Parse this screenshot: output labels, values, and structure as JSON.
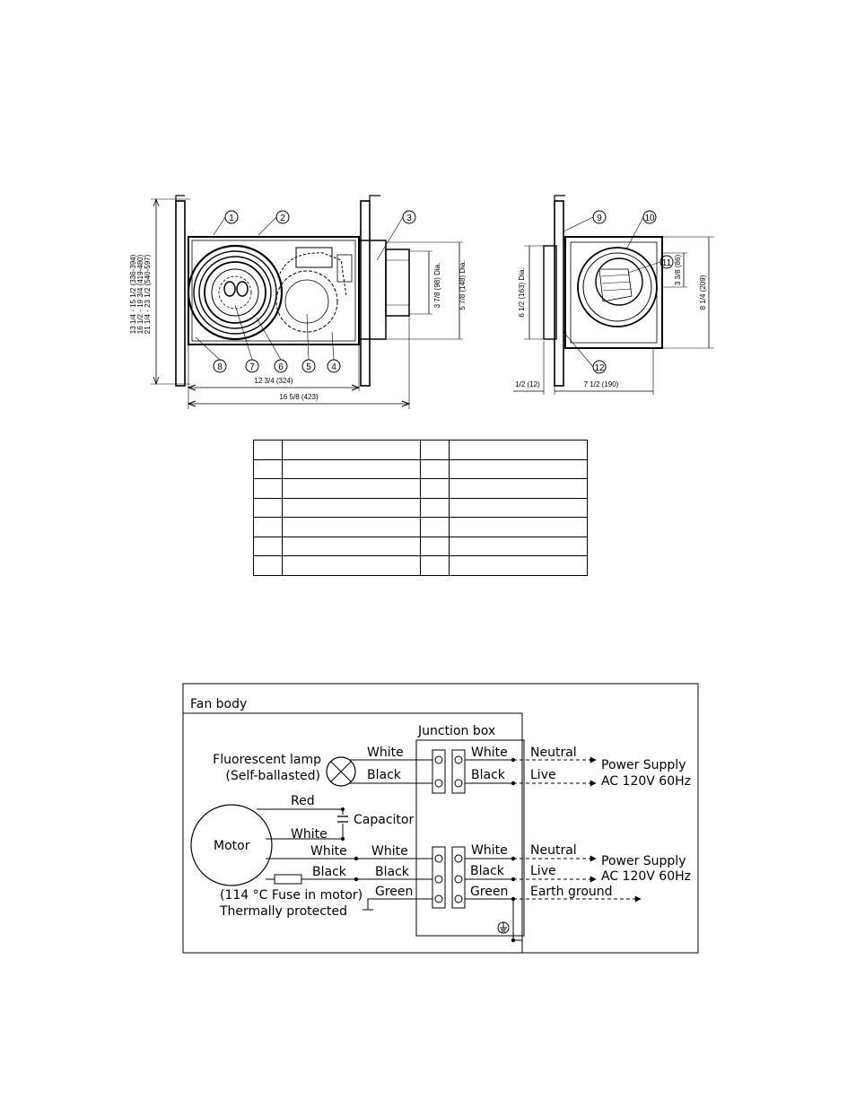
{
  "dimension_drawing": {
    "left_view": {
      "callouts": [
        "1",
        "2",
        "3",
        "4",
        "5",
        "6",
        "7",
        "8"
      ],
      "dims": {
        "height_range": [
          "13 1/4 - 15 1/2 (336-394)",
          "16 1/2 - 19 3/4 (419-480)",
          "21 1/4 - 23 1/2 (540-597)"
        ],
        "duct_inner": "3 7/8 (98) Dia.",
        "duct_outer": "5 7/8 (148) Dia.",
        "body_width": "12 3/4 (324)",
        "overall_width": "16 5/8 (423)"
      }
    },
    "right_view": {
      "callouts": [
        "9",
        "10",
        "11",
        "12"
      ],
      "dims": {
        "grille_dia": "6 1/2 (163) Dia.",
        "lens_height": "3 3/8 (86)",
        "body_height": "8 1/4 (209)",
        "flange": "1/2 (12)",
        "depth": "7 1/2 (190)"
      }
    }
  },
  "parts_table": {
    "rows": [
      {
        "n1": "",
        "d1": "",
        "n2": "",
        "d2": ""
      },
      {
        "n1": "",
        "d1": "",
        "n2": "",
        "d2": ""
      },
      {
        "n1": "",
        "d1": "",
        "n2": "",
        "d2": ""
      },
      {
        "n1": "",
        "d1": "",
        "n2": "",
        "d2": ""
      },
      {
        "n1": "",
        "d1": "",
        "n2": "",
        "d2": ""
      },
      {
        "n1": "",
        "d1": "",
        "n2": "",
        "d2": ""
      },
      {
        "n1": "",
        "d1": "",
        "n2": "",
        "d2": ""
      }
    ]
  },
  "wiring": {
    "fan_body": "Fan body",
    "junction_box": "Junction box",
    "lamp_line1": "Fluorescent  lamp",
    "lamp_line2": "(Self-ballasted)",
    "motor": "Motor",
    "capacitor": "Capacitor",
    "fuse_line1": "(114 °C Fuse in motor)",
    "fuse_line2": "Thermally protected",
    "wires": {
      "lamp_white": "White",
      "lamp_black": "Black",
      "motor_red": "Red",
      "motor_white": "White",
      "motor_white_out": "White",
      "motor_black_out": "Black",
      "motor_green_out": "Green",
      "jb_in_white": "White",
      "jb_in_black": "Black",
      "jb_out_white_1": "White",
      "jb_out_black_1": "Black",
      "jb_out_white_2": "White",
      "jb_out_black_2": "Black",
      "jb_out_green": "Green"
    },
    "supply": {
      "neutral_1": "Neutral",
      "live_1": "Live",
      "neutral_2": "Neutral",
      "live_2": "Live",
      "earth": "Earth ground",
      "ps1_line1": "Power Supply",
      "ps1_line2": "AC 120V 60Hz",
      "ps2_line1": "Power Supply",
      "ps2_line2": "AC 120V 60Hz"
    }
  }
}
